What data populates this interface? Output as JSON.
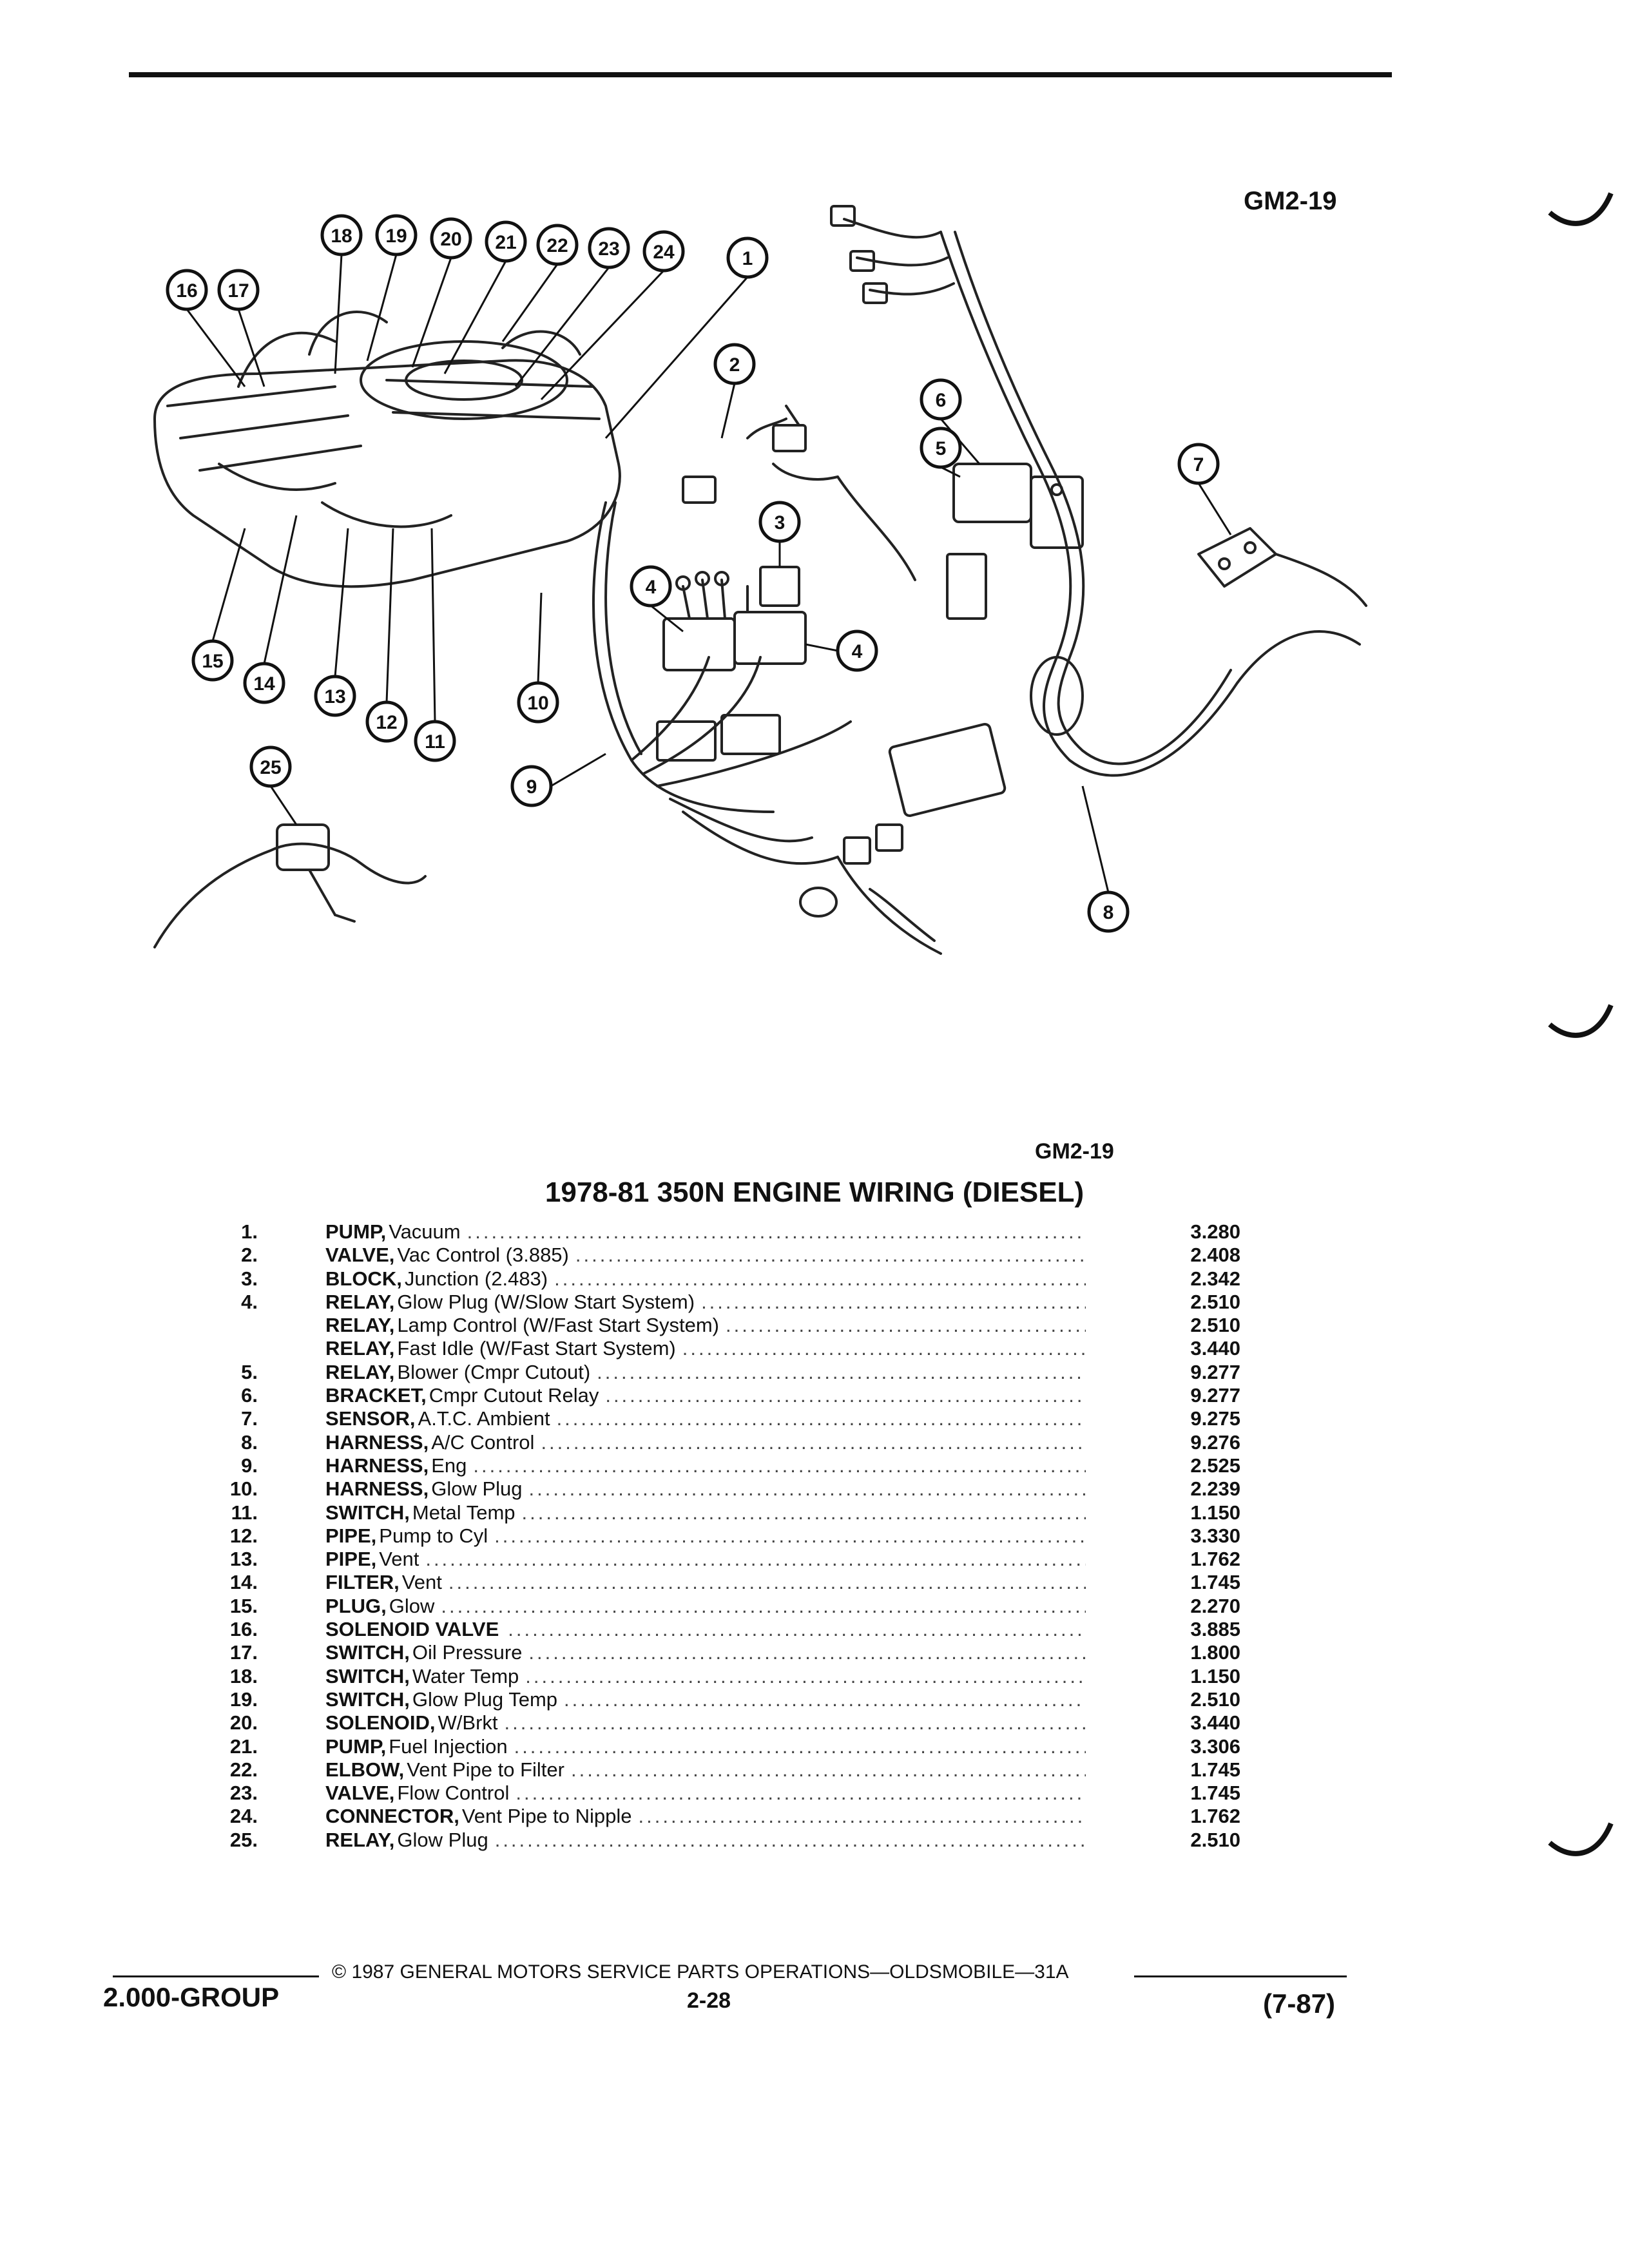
{
  "figure_code": "GM2-19",
  "title": "1978-81 350N ENGINE WIRING (DIESEL)",
  "callouts": [
    "1",
    "2",
    "3",
    "4",
    "5",
    "6",
    "7",
    "8",
    "9",
    "10",
    "11",
    "12",
    "13",
    "14",
    "15",
    "16",
    "17",
    "18",
    "19",
    "20",
    "21",
    "22",
    "23",
    "24",
    "25"
  ],
  "parts": [
    {
      "num": "1.",
      "keyword": "PUMP,",
      "desc": "Vacuum",
      "value": "3.280"
    },
    {
      "num": "2.",
      "keyword": "VALVE,",
      "desc": "Vac Control (3.885)",
      "value": "2.408"
    },
    {
      "num": "3.",
      "keyword": "BLOCK,",
      "desc": "Junction (2.483)",
      "value": "2.342"
    },
    {
      "num": "4.",
      "keyword": "RELAY,",
      "desc": "Glow Plug (W/Slow Start System)",
      "value": "2.510"
    },
    {
      "num": "",
      "keyword": "RELAY,",
      "desc": "Lamp Control (W/Fast Start System)",
      "value": "2.510"
    },
    {
      "num": "",
      "keyword": "RELAY,",
      "desc": "Fast Idle (W/Fast Start System)",
      "value": "3.440"
    },
    {
      "num": "5.",
      "keyword": "RELAY,",
      "desc": "Blower (Cmpr Cutout)",
      "value": "9.277"
    },
    {
      "num": "6.",
      "keyword": "BRACKET,",
      "desc": "Cmpr Cutout Relay",
      "value": "9.277"
    },
    {
      "num": "7.",
      "keyword": "SENSOR,",
      "desc": "A.T.C. Ambient",
      "value": "9.275"
    },
    {
      "num": "8.",
      "keyword": "HARNESS,",
      "desc": "A/C Control",
      "value": "9.276"
    },
    {
      "num": "9.",
      "keyword": "HARNESS,",
      "desc": "Eng",
      "value": "2.525"
    },
    {
      "num": "10.",
      "keyword": "HARNESS,",
      "desc": "Glow Plug",
      "value": "2.239"
    },
    {
      "num": "11.",
      "keyword": "SWITCH,",
      "desc": "Metal Temp",
      "value": "1.150"
    },
    {
      "num": "12.",
      "keyword": "PIPE,",
      "desc": "Pump to Cyl",
      "value": "3.330"
    },
    {
      "num": "13.",
      "keyword": "PIPE,",
      "desc": "Vent",
      "value": "1.762"
    },
    {
      "num": "14.",
      "keyword": "FILTER,",
      "desc": "Vent",
      "value": "1.745"
    },
    {
      "num": "15.",
      "keyword": "PLUG,",
      "desc": "Glow",
      "value": "2.270"
    },
    {
      "num": "16.",
      "keyword": "SOLENOID VALVE",
      "desc": "",
      "value": "3.885"
    },
    {
      "num": "17.",
      "keyword": "SWITCH,",
      "desc": "Oil Pressure",
      "value": "1.800"
    },
    {
      "num": "18.",
      "keyword": "SWITCH,",
      "desc": "Water Temp",
      "value": "1.150"
    },
    {
      "num": "19.",
      "keyword": "SWITCH,",
      "desc": "Glow Plug Temp",
      "value": "2.510"
    },
    {
      "num": "20.",
      "keyword": "SOLENOID,",
      "desc": "W/Brkt",
      "value": "3.440"
    },
    {
      "num": "21.",
      "keyword": "PUMP,",
      "desc": "Fuel Injection",
      "value": "3.306"
    },
    {
      "num": "22.",
      "keyword": "ELBOW,",
      "desc": "Vent Pipe to Filter",
      "value": "1.745"
    },
    {
      "num": "23.",
      "keyword": "VALVE,",
      "desc": "Flow Control",
      "value": "1.745"
    },
    {
      "num": "24.",
      "keyword": "CONNECTOR,",
      "desc": "Vent Pipe to Nipple",
      "value": "1.762"
    },
    {
      "num": "25.",
      "keyword": "RELAY,",
      "desc": "Glow Plug",
      "value": "2.510"
    }
  ],
  "footer": {
    "copyright": "© 1987 GENERAL MOTORS SERVICE PARTS OPERATIONS—OLDSMOBILE—31A",
    "group": "2.000-GROUP",
    "page": "2-28",
    "revision": "(7-87)"
  }
}
